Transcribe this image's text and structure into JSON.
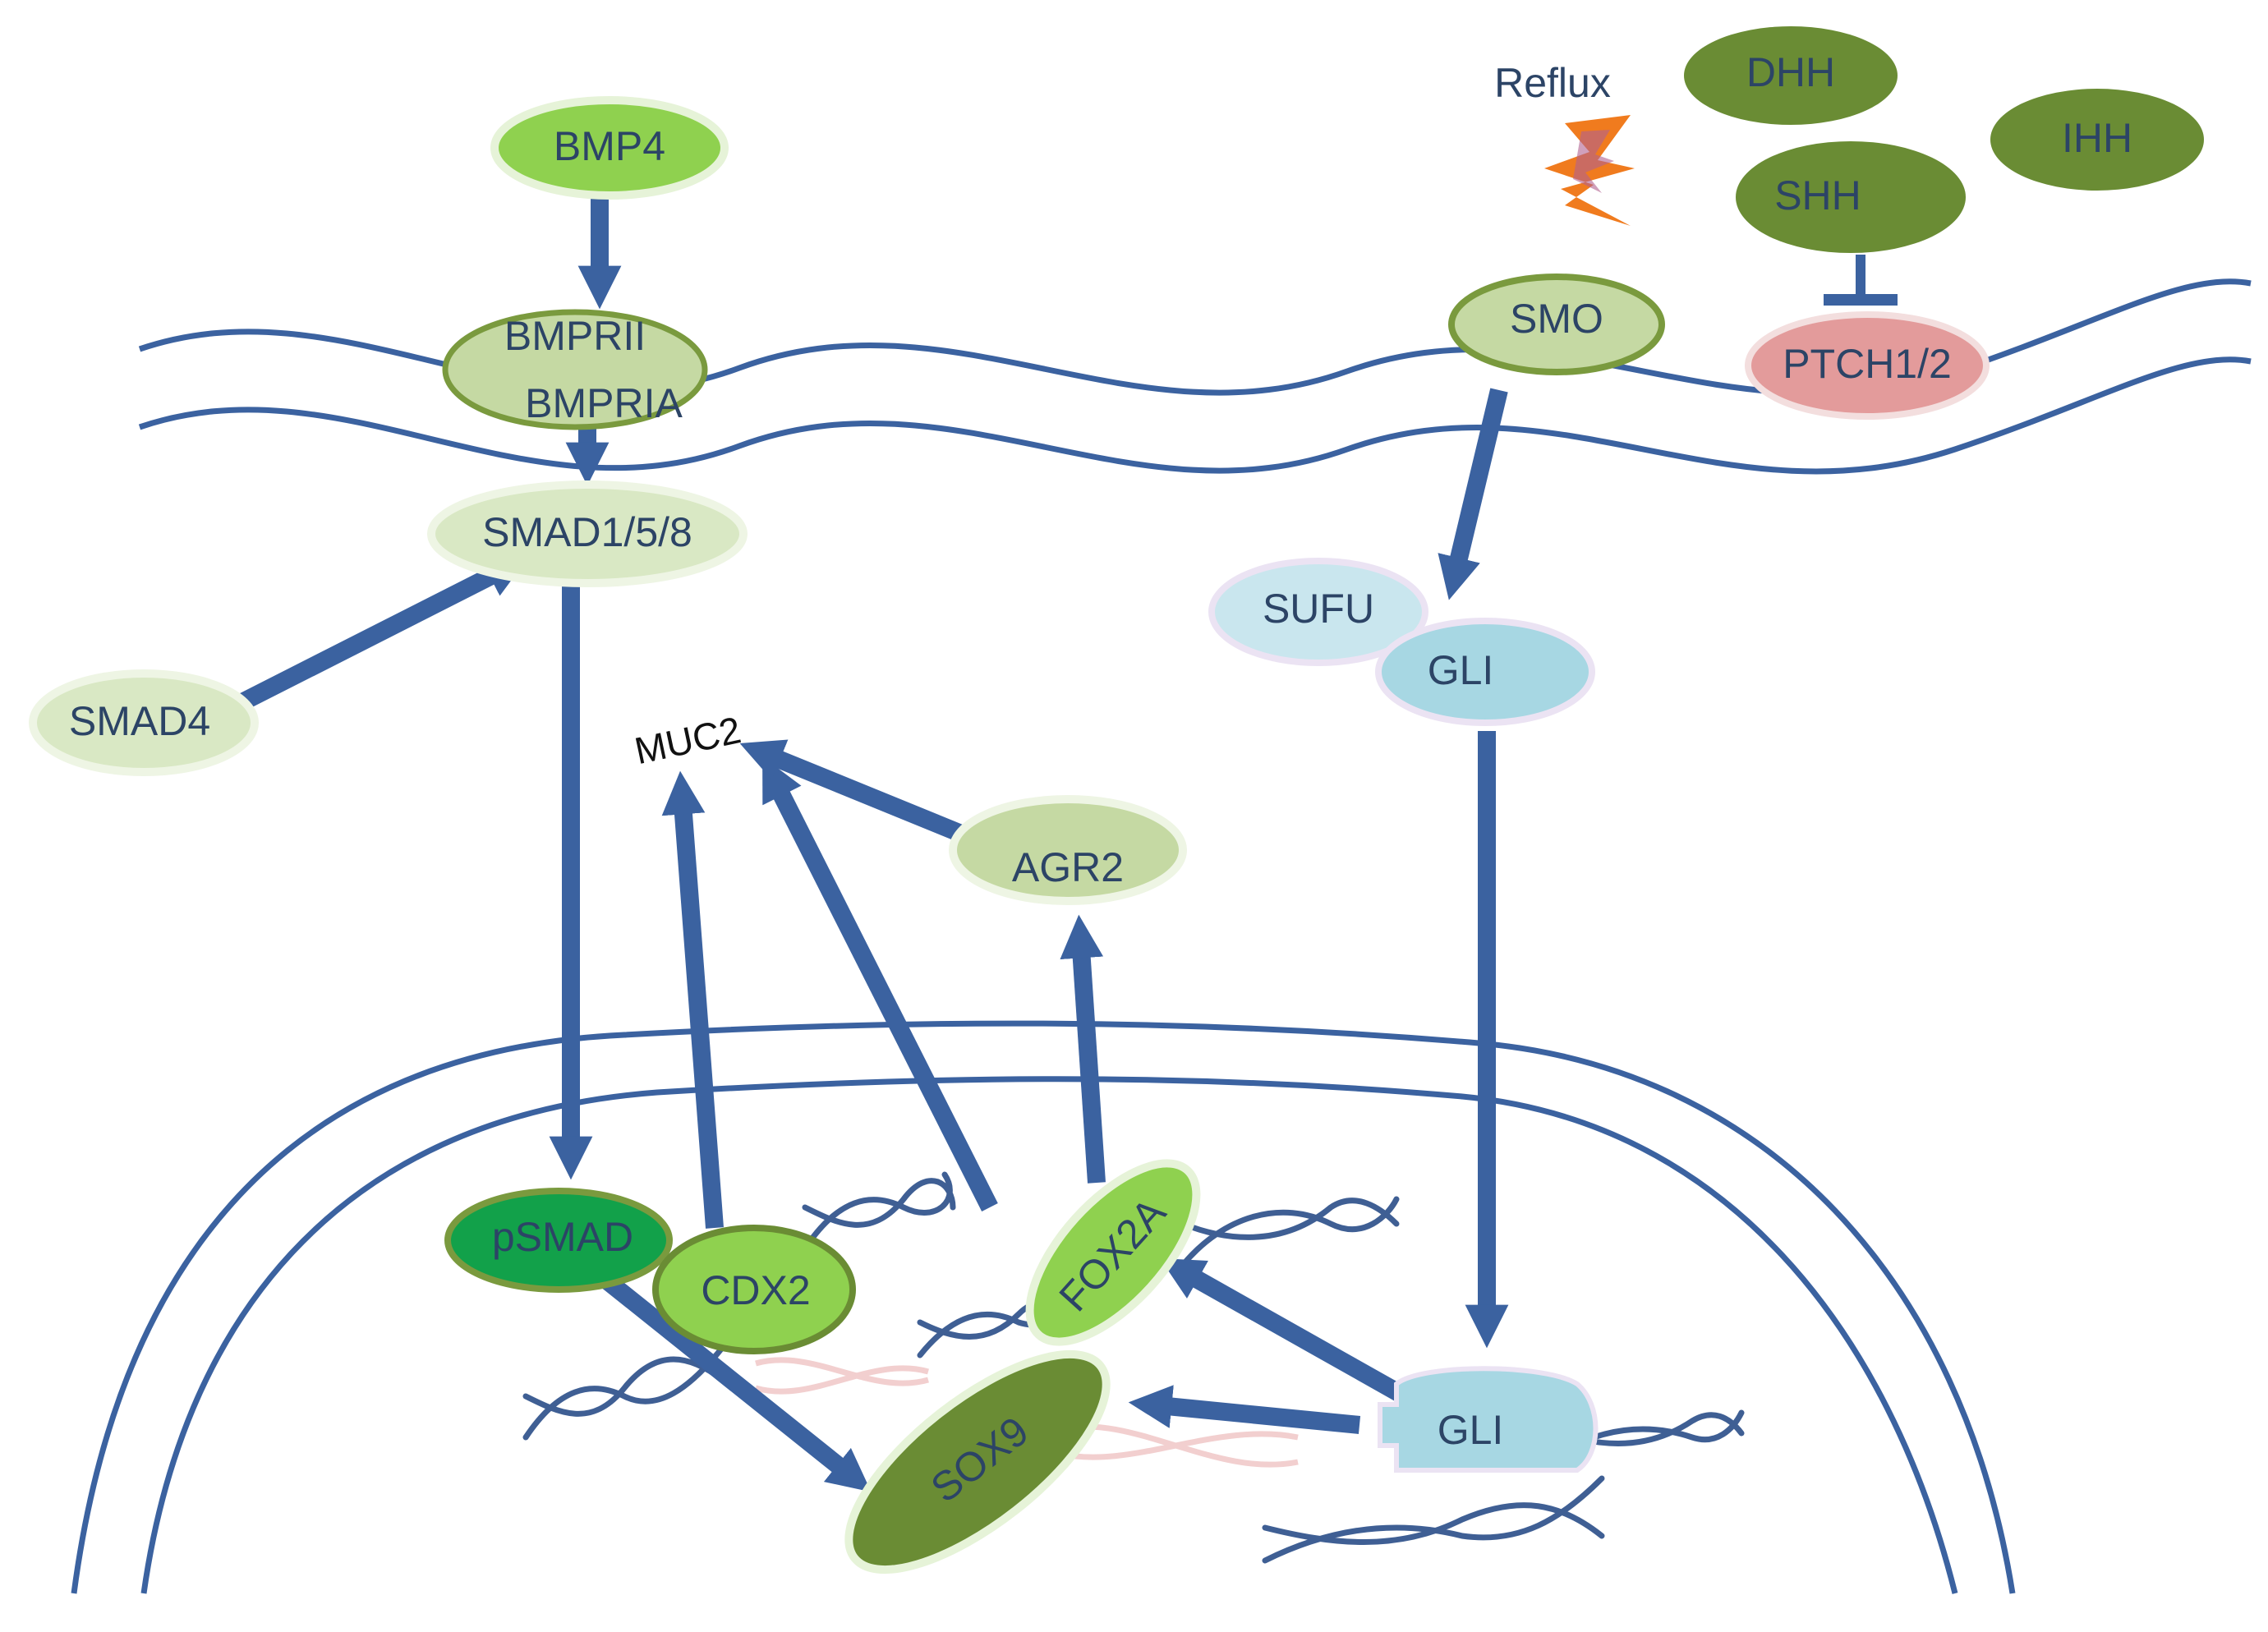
{
  "nodes": {
    "bmp4": "BMP4",
    "bmprii": "BMPRII",
    "bmpria": "BMPRIA",
    "smad158": "SMAD1/5/8",
    "smad4": "SMAD4",
    "muc2": "MUC2",
    "agr2": "AGR2",
    "psmad": "pSMAD",
    "cdx2": "CDX2",
    "fox2a": "FOX2A",
    "sox9": "SOX9",
    "reflux": "Reflux",
    "dhh": "DHH",
    "ihh": "IHH",
    "shh": "SHH",
    "smo": "SMO",
    "ptch": "PTCH1/2",
    "sufu": "SUFU",
    "gli_cyto": "GLI",
    "gli_nuc": "GLI"
  },
  "colors": {
    "arrow": "#3b62a0",
    "bmp4": "#8fd14f",
    "receptor": "#c5d9a3",
    "smad_light": "#d9e8c4",
    "psmad": "#12a14a",
    "cdx2": "#8fd14f",
    "sox9": "#6a8c34",
    "hedgehog": "#6a8c34",
    "ptch": "#e39b9b",
    "gli": "#a7d7e3",
    "sufu": "#c9e6ee",
    "bolt": "#f07b1e"
  },
  "icons": [
    "lightning-bolt-icon",
    "dna-helix-icon"
  ]
}
